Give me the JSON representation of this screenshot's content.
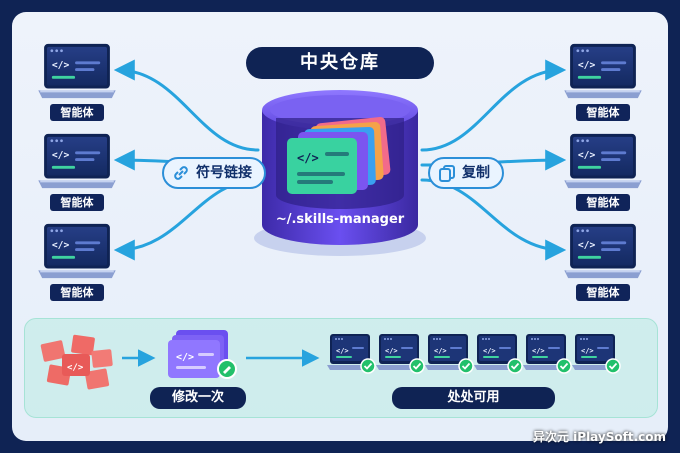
{
  "title": "中央仓库",
  "repo_path": "~/.skills-manager",
  "agent_label": "智能体",
  "left_action": "符号链接",
  "right_action": "复制",
  "bottom": {
    "edit_label": "修改一次",
    "available_label": "处处可用"
  },
  "watermark": "异次元 iPlaySoft.com",
  "colors": {
    "navy": "#0f2354",
    "cylinder": "#5a3fd8",
    "arrow": "#27a3de",
    "check": "#22c06b"
  }
}
